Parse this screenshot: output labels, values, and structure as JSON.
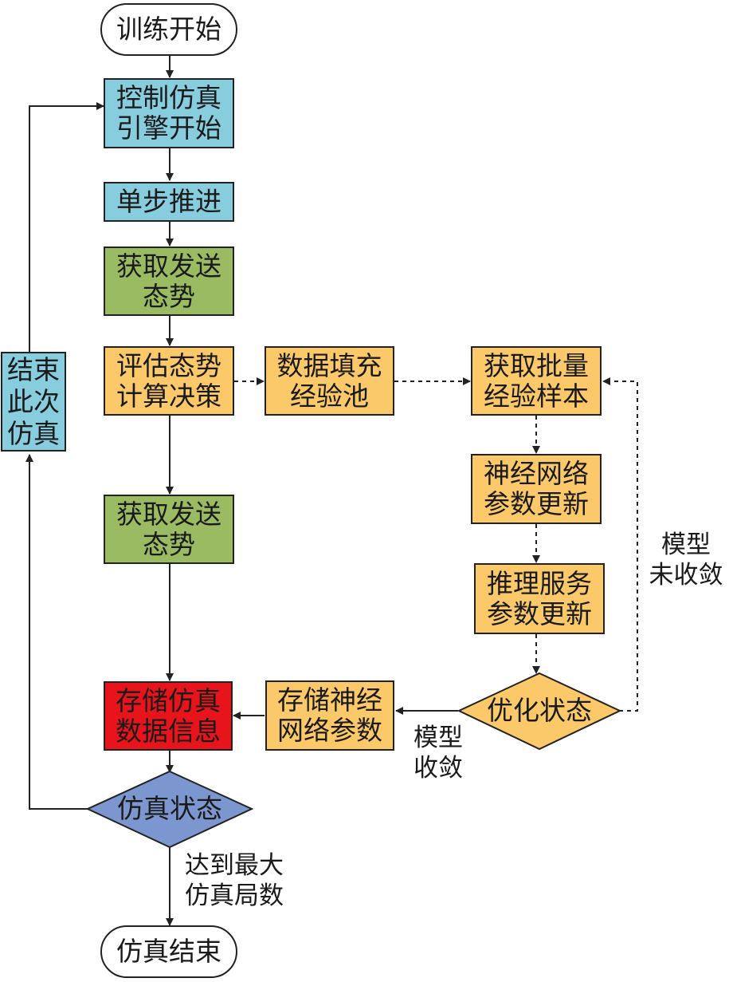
{
  "nodes": {
    "start": "训练开始",
    "engine_start": "控制仿真\n引擎开始",
    "single_step": "单步推进",
    "get_state_1": "获取发送\n态势",
    "evaluate": "评估态势\n计算决策",
    "fill_pool": "数据填充\n经验池",
    "get_batch": "获取批量\n经验样本",
    "nn_update": "神经网络\n参数更新",
    "infer_update": "推理服务\n参数更新",
    "opt_state": "优化状态",
    "store_nn": "存储神经\n网络参数",
    "store_sim": "存储仿真\n数据信息",
    "get_state_2": "获取发送\n态势",
    "sim_state": "仿真状态",
    "end_sim": "结束\n此次\n仿真",
    "finish": "仿真结束"
  },
  "labels": {
    "not_converged": "模型\n未收敛",
    "converged": "模型\n收敛",
    "max_rounds": "达到最大\n仿真局数"
  },
  "colors": {
    "cyan": "#88cdde",
    "green": "#9bbb63",
    "orange": "#fbc96a",
    "red": "#e8141c",
    "diamond_orange": "#fbc96a",
    "diamond_blue": "#7c97cf"
  }
}
